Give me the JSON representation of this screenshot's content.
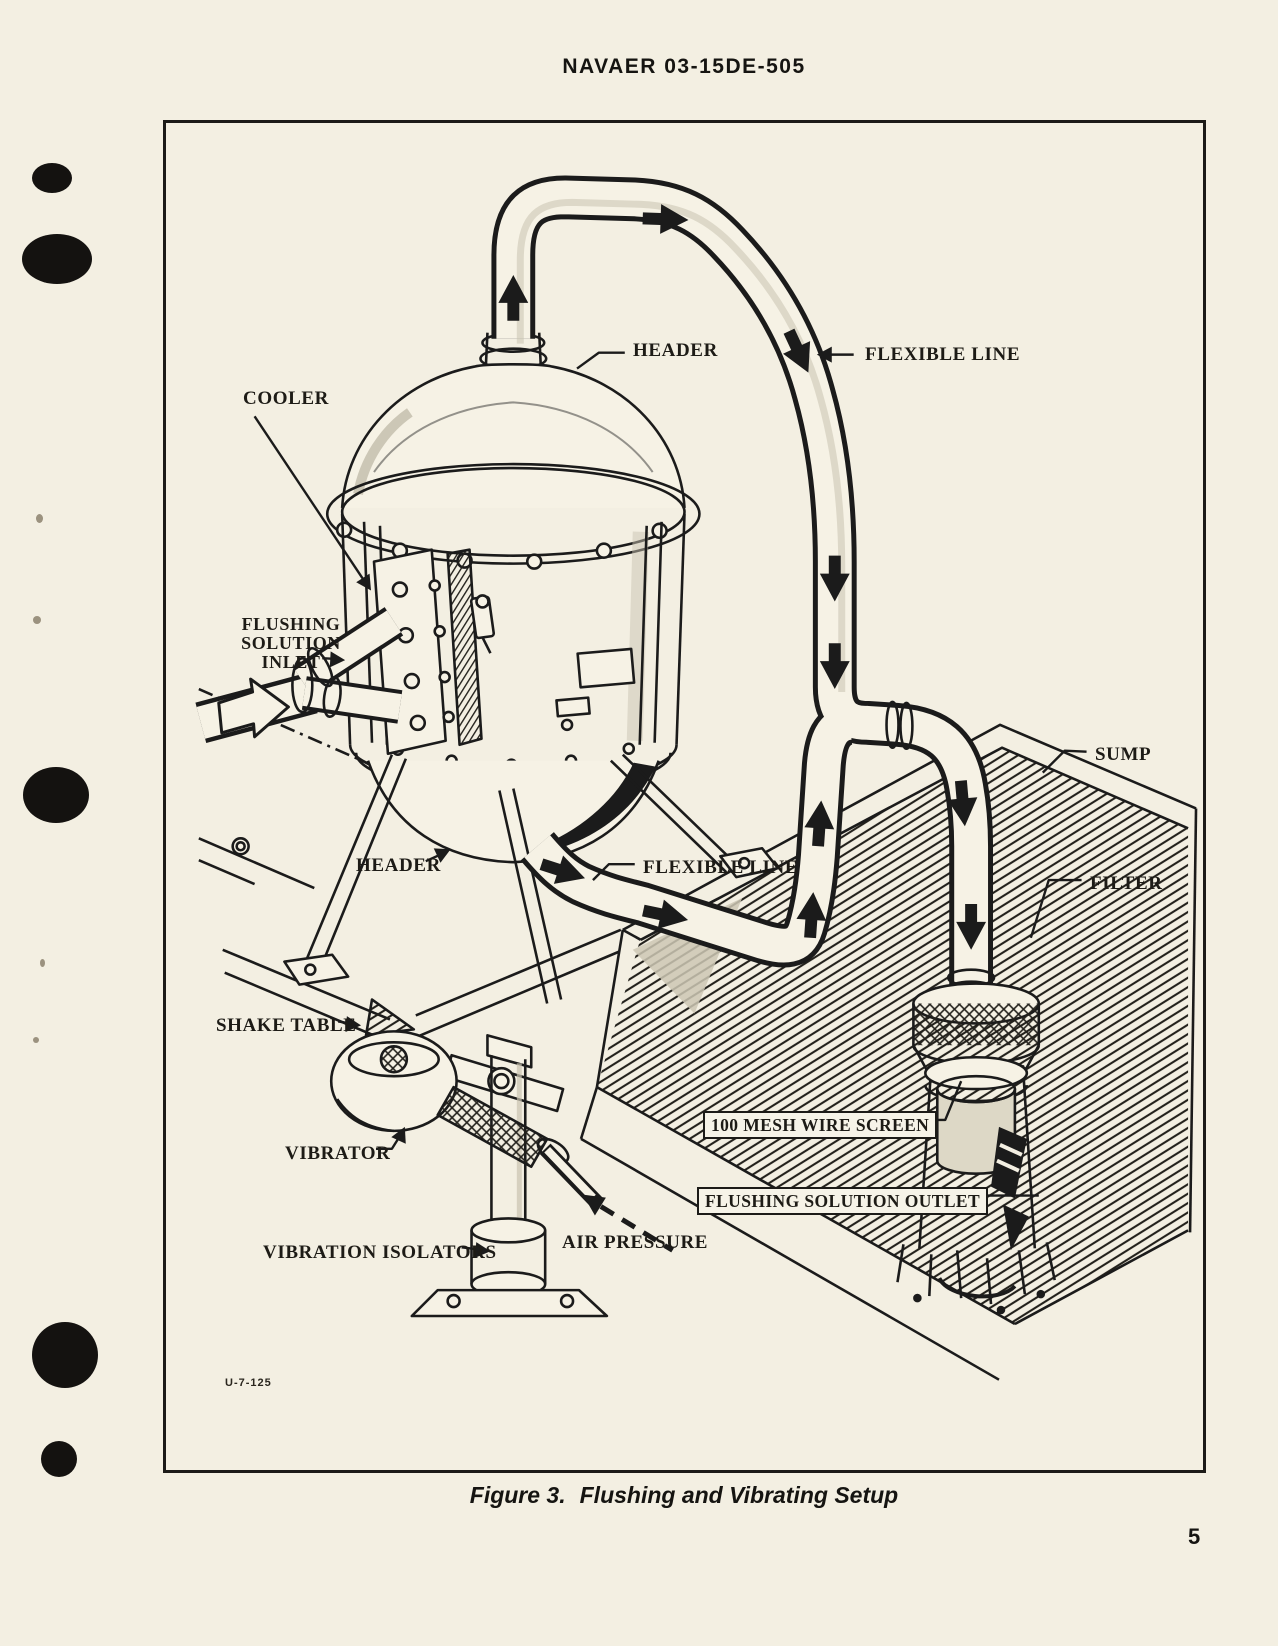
{
  "page": {
    "doc_number": "NAVAER 03-15DE-505",
    "page_number": "5",
    "figure_code": "U-7-125"
  },
  "caption": {
    "prefix": "Figure 3.",
    "title": "Flushing and Vibrating Setup"
  },
  "callouts": {
    "cooler": "COOLER",
    "header_top": "HEADER",
    "flexible_line_top": "FLEXIBLE LINE",
    "flushing_solution_inlet": "FLUSHING\nSOLUTION\nINLET",
    "sump": "SUMP",
    "header_bottom": "HEADER",
    "flexible_line_bottom": "FLEXIBLE LINE",
    "filter": "FILTER",
    "shake_table": "SHAKE TABLE",
    "vibrator": "VIBRATOR",
    "mesh_screen": "100 MESH WIRE SCREEN",
    "flushing_solution_outlet": "FLUSHING SOLUTION OUTLET",
    "vibration_isolators": "VIBRATION ISOLATORS",
    "air_pressure": "AIR PRESSURE"
  },
  "colors": {
    "paper": "#f3efe2",
    "ink": "#1b1b1b"
  }
}
